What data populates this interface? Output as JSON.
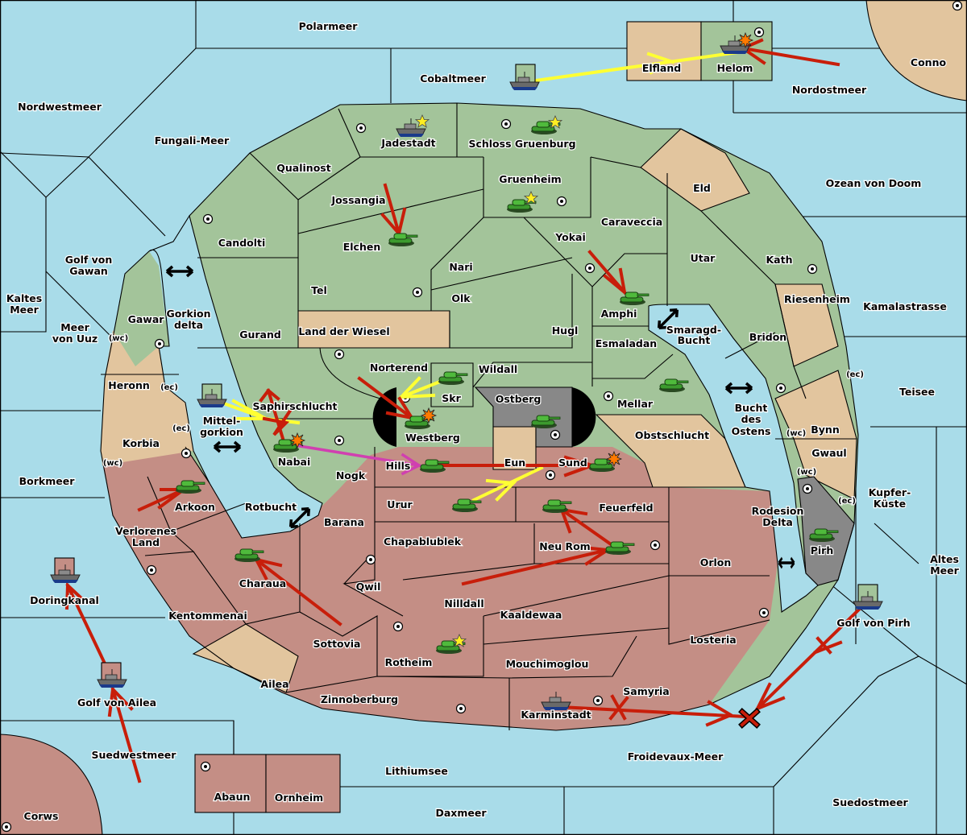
{
  "map": {
    "title": "Diplomacy map",
    "colors": {
      "sea": "#a9dce9",
      "player_green": "#a3c49a",
      "neutral": "#e2c59e",
      "player_red": "#c48e85",
      "player_grey": "#888888",
      "order_red": "#c81e0a",
      "order_yellow": "#ffff33",
      "order_magenta": "#d040b0"
    },
    "sea_regions": [
      "Polarmeer",
      "Cobaltmeer",
      "Nordwestmeer",
      "Fungali-Meer",
      "Nordostmeer",
      "Ozean von Doom",
      "Golf von Gawan",
      "Kaltes Meer",
      "Meer von Uuz",
      "Gorkion delta",
      "Mittel-gorkion",
      "Kamalastrasse",
      "Smaragd-Bucht",
      "Bucht des Ostens",
      "Teisee",
      "Kupfer-Küste",
      "Rodesion Delta",
      "Altes Meer",
      "Borkmeer",
      "Rotbucht",
      "Doringkanal",
      "Golf von Ailea",
      "Golf von Pirh",
      "Suedwestmeer",
      "Froidevaux-Meer",
      "Suedostmeer",
      "Lithiumsee",
      "Daxmeer"
    ],
    "land_regions": [
      "Elfland",
      "Helom",
      "Conno",
      "Jadestadt",
      "Schloss Gruenburg",
      "Qualinost",
      "Gruenheim",
      "Eld",
      "Candolti",
      "Jossangia",
      "Elchen",
      "Caraveccia",
      "Yokai",
      "Nari",
      "Utar",
      "Kath",
      "Gawar",
      "Tel",
      "Olk",
      "Amphi",
      "Riesenheim",
      "Land der Wiesel",
      "Hugl",
      "Gurand",
      "Esmaladan",
      "Bridon",
      "Heronn",
      "Norterend",
      "Skr",
      "Wildall",
      "Ostberg",
      "Saphirschlucht",
      "Westberg",
      "Mellar",
      "Bynn",
      "Obstschlucht",
      "Korbia",
      "Nabai",
      "Hills",
      "Eun",
      "Sund",
      "Gwaul",
      "Nogk",
      "Arkoon",
      "Urur",
      "Feuerfeld",
      "Rotbucht",
      "Barana",
      "Pirh",
      "Verlorenes Land",
      "Chapablublek",
      "Neu Rom",
      "Orlon",
      "Charaua",
      "Qwil",
      "Nilldall",
      "Kentommenai",
      "Kaaldewaa",
      "Sottovia",
      "Rotheim",
      "Losteria",
      "Mouchimoglou",
      "Ailea",
      "Zinnoberburg",
      "Samyria",
      "Karminstadt",
      "Abaun",
      "Ornheim",
      "Corws"
    ],
    "coast_tags": {
      "wc": "(wc)",
      "ec": "(ec)"
    },
    "labels": {
      "polarmeer": "Polarmeer",
      "cobaltmeer": "Cobaltmeer",
      "nordwestmeer": "Nordwestmeer",
      "fungali": "Fungali-Meer",
      "nordostmeer": "Nordostmeer",
      "conno": "Conno",
      "elfland": "Elfland",
      "helom": "Helom",
      "ozean": "Ozean von Doom",
      "jadestadt": "Jadestadt",
      "schloss": "Schloss Gruenburg",
      "qualinost": "Qualinost",
      "gruenheim": "Gruenheim",
      "eld": "Eld",
      "candolti": "Candolti",
      "jossangia": "Jossangia",
      "elchen": "Elchen",
      "caraveccia": "Caraveccia",
      "yokai": "Yokai",
      "nari": "Nari",
      "utar": "Utar",
      "kath": "Kath",
      "golf_gawan_1": "Golf von",
      "golf_gawan_2": "Gawan",
      "kaltes_1": "Kaltes",
      "kaltes_2": "Meer",
      "uuz_1": "Meer",
      "uuz_2": "von Uuz",
      "gawar": "Gawar",
      "gorkion_1": "Gorkion",
      "gorkion_2": "delta",
      "tel": "Tel",
      "olk": "Olk",
      "amphi": "Amphi",
      "riesenheim": "Riesenheim",
      "kamala": "Kamalastrasse",
      "wiesel": "Land der Wiesel",
      "hugl": "Hugl",
      "gurand": "Gurand",
      "smaragd_1": "Smaragd-",
      "smaragd_2": "Bucht",
      "esmaladan": "Esmaladan",
      "bridon": "Bridon",
      "heronn": "Heronn",
      "norterend": "Norterend",
      "skr": "Skr",
      "wildall": "Wildall",
      "ostberg": "Ostberg",
      "saphir": "Saphirschlucht",
      "westberg": "Westberg",
      "mellar": "Mellar",
      "teisee": "Teisee",
      "mittel_1": "Mittel-",
      "mittel_2": "gorkion",
      "bucht_1": "Bucht",
      "bucht_2": "des",
      "bucht_3": "Ostens",
      "bynn": "Bynn",
      "obst": "Obstschlucht",
      "korbia": "Korbia",
      "nabai": "Nabai",
      "hills": "Hills",
      "eun": "Eun",
      "sund": "Sund",
      "gwaul": "Gwaul",
      "borkmeer": "Borkmeer",
      "nogk": "Nogk",
      "kupfer_1": "Kupfer-",
      "kupfer_2": "Küste",
      "arkoon": "Arkoon",
      "urur": "Urur",
      "feuerfeld": "Feuerfeld",
      "rotbucht": "Rotbucht",
      "barana": "Barana",
      "rodesion_1": "Rodesion",
      "rodesion_2": "Delta",
      "pirh": "Pirh",
      "verlorenes_1": "Verlorenes",
      "verlorenes_2": "Land",
      "chapa": "Chapablublek",
      "neurom": "Neu Rom",
      "orlon": "Orlon",
      "altes_1": "Altes",
      "altes_2": "Meer",
      "charaua": "Charaua",
      "qwil": "Qwil",
      "nilldall": "Nilldall",
      "doringkanal": "Doringkanal",
      "kentommenai": "Kentommenai",
      "kaaldewaa": "Kaaldewaa",
      "golf_pirh": "Golf von Pirh",
      "sottovia": "Sottovia",
      "rotheim": "Rotheim",
      "losteria": "Losteria",
      "mouchi": "Mouchimoglou",
      "ailea": "Ailea",
      "samyria": "Samyria",
      "golf_ailea": "Golf von Ailea",
      "zinnober": "Zinnoberburg",
      "karminstadt": "Karminstadt",
      "suedwest": "Suedwestmeer",
      "froidevaux": "Froidevaux-Meer",
      "lithium": "Lithiumsee",
      "abaun": "Abaun",
      "ornheim": "Ornheim",
      "suedost": "Suedostmeer",
      "corws": "Corws",
      "daxmeer": "Daxmeer"
    },
    "units": [
      {
        "type": "fleet",
        "region": "Cobaltmeer",
        "owner": "green",
        "dislodged_from": true
      },
      {
        "type": "fleet",
        "region": "Helom",
        "owner": "grey",
        "attacked": true
      },
      {
        "type": "fleet",
        "region": "Jadestadt",
        "owner": "grey",
        "built": true
      },
      {
        "type": "army",
        "region": "Schloss Gruenburg",
        "owner": "green",
        "built": true
      },
      {
        "type": "army",
        "region": "Gruenheim",
        "owner": "green",
        "built": true
      },
      {
        "type": "army",
        "region": "Elchen",
        "owner": "green"
      },
      {
        "type": "army",
        "region": "Amphi",
        "owner": "green"
      },
      {
        "type": "army",
        "region": "Mellar",
        "owner": "green"
      },
      {
        "type": "army",
        "region": "Skr",
        "owner": "green"
      },
      {
        "type": "army",
        "region": "Westberg",
        "owner": "green",
        "attacked": true
      },
      {
        "type": "army",
        "region": "Ostberg",
        "owner": "green"
      },
      {
        "type": "fleet",
        "region": "Mittel-gorkion",
        "owner": "green"
      },
      {
        "type": "army",
        "region": "Nabai",
        "owner": "green",
        "attacked": true
      },
      {
        "type": "army",
        "region": "Hills",
        "owner": "green"
      },
      {
        "type": "army",
        "region": "Sund",
        "owner": "green",
        "attacked": true
      },
      {
        "type": "army",
        "region": "Arkoon",
        "owner": "green"
      },
      {
        "type": "army",
        "region": "Urur",
        "owner": "green"
      },
      {
        "type": "army",
        "region": "Feuerfeld",
        "owner": "green"
      },
      {
        "type": "army",
        "region": "Neu Rom",
        "owner": "green"
      },
      {
        "type": "army",
        "region": "Pirh",
        "owner": "green"
      },
      {
        "type": "army",
        "region": "Charaua",
        "owner": "green"
      },
      {
        "type": "fleet",
        "region": "Doringkanal",
        "owner": "red"
      },
      {
        "type": "fleet",
        "region": "Golf von Ailea",
        "owner": "red"
      },
      {
        "type": "army",
        "region": "Rotheim",
        "owner": "green",
        "built": true
      },
      {
        "type": "fleet",
        "region": "Karminstadt",
        "owner": "red"
      },
      {
        "type": "fleet",
        "region": "Golf von Pirh",
        "owner": "green"
      }
    ],
    "orders": [
      {
        "kind": "support",
        "color": "yellow",
        "from": "Cobaltmeer",
        "to": "Helom"
      },
      {
        "kind": "move",
        "color": "red",
        "from": "Nordostmeer",
        "to": "Helom"
      },
      {
        "kind": "move",
        "color": "red",
        "from": "Jossangia",
        "to": "Elchen"
      },
      {
        "kind": "move",
        "color": "red",
        "from": "Yokai",
        "to": "Amphi"
      },
      {
        "kind": "move",
        "color": "red",
        "from": "Norterend",
        "to": "Westberg"
      },
      {
        "kind": "support",
        "color": "yellow",
        "from": "Skr",
        "to": "Westberg"
      },
      {
        "kind": "support",
        "color": "yellow",
        "from": "Mittel-gorkion",
        "to": "Saphirschlucht"
      },
      {
        "kind": "move",
        "color": "red",
        "from": "Nabai",
        "to": "Saphirschlucht",
        "failed": true
      },
      {
        "kind": "convoy",
        "color": "magenta",
        "from": "Nabai",
        "to": "Hills"
      },
      {
        "kind": "move",
        "color": "red",
        "from": "Hills",
        "to": "Sund"
      },
      {
        "kind": "support",
        "color": "yellow",
        "from": "Urur",
        "to": "Eun"
      },
      {
        "kind": "move",
        "color": "red",
        "from": "Neu Rom",
        "to": "Feuerfeld"
      },
      {
        "kind": "move",
        "color": "red",
        "from": "Nilldall",
        "to": "Neu Rom"
      },
      {
        "kind": "move",
        "color": "red",
        "from": "Verlorenes Land",
        "to": "Arkoon"
      },
      {
        "kind": "move",
        "color": "red",
        "from": "Sottovia",
        "to": "Charaua"
      },
      {
        "kind": "move",
        "color": "red",
        "from": "Golf von Ailea",
        "to": "Doringkanal"
      },
      {
        "kind": "move",
        "color": "red",
        "from": "Suedwestmeer",
        "to": "Golf von Ailea"
      },
      {
        "kind": "move",
        "color": "red",
        "from": "Karminstadt",
        "to": "Froidevaux-Meer",
        "failed": true
      },
      {
        "kind": "move",
        "color": "red",
        "from": "Golf von Pirh",
        "to": "Froidevaux-Meer",
        "failed": true
      }
    ]
  }
}
